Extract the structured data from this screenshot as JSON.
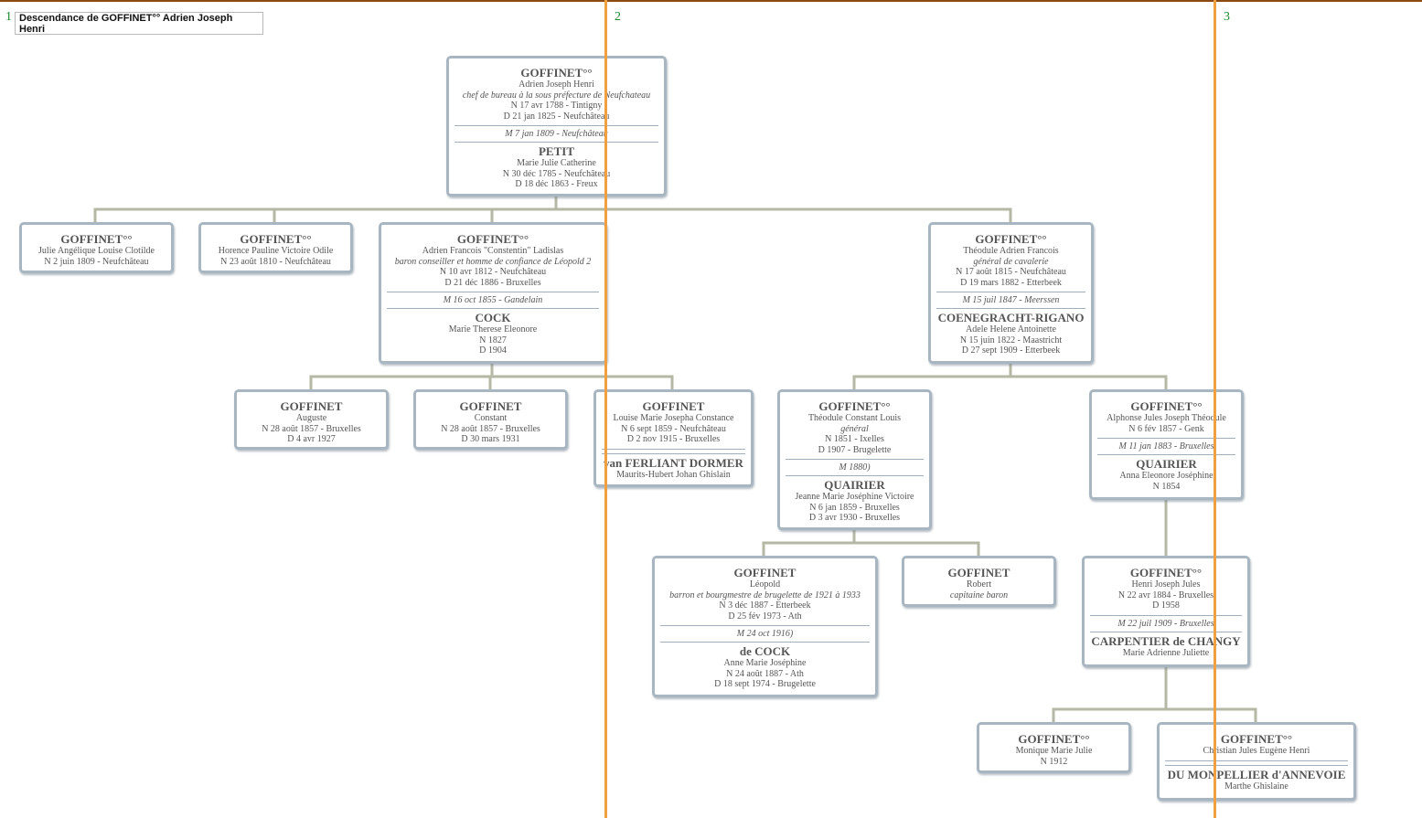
{
  "header": {
    "title": "Descendance de GOFFINET°° Adrien Joseph Henri",
    "page_numbers": [
      "1",
      "2",
      "3"
    ]
  },
  "people": {
    "root": {
      "name": "GOFFINET°°",
      "given": "Adrien Joseph Henri",
      "occupation": "chef de bureau à la sous préfecture de Neufchateau",
      "birth": "N 17 avr 1788  - Tintigny",
      "death": "D 21 jan 1825  - Neufchâteau",
      "marriage": "M 7 jan 1809 - Neufchâteau",
      "spouse": {
        "name": "PETIT",
        "given": "Marie Julie Catherine",
        "birth": "N 30 déc 1785  - Neufchâteau",
        "death": "D 18 déc 1863  - Freux"
      }
    },
    "julie": {
      "name": "GOFFINET°°",
      "given": "Julie Angélique Louise Clotilde",
      "birth": "N 2 juin 1809  - Neufchâteau"
    },
    "horence": {
      "name": "GOFFINET°°",
      "given": "Horence Pauline Victoire Odile",
      "birth": "N 23 août 1810  - Neufchâteau"
    },
    "adrien": {
      "name": "GOFFINET°°",
      "given": "Adrien Francois \"Constentin\" Ladislas",
      "occupation": "baron conseiller et homme de confiance de Léopold 2",
      "birth": "N 10 avr 1812  - Neufchâteau",
      "death": "D 21 déc 1886  - Bruxelles",
      "marriage": "M 16 oct 1855 - Gandelain",
      "spouse": {
        "name": "COCK",
        "given": "Marie Therese Eleonore",
        "birth": "N 1827",
        "death": "D 1904"
      }
    },
    "theodule": {
      "name": "GOFFINET°°",
      "given": "Théodule Adrien Francois",
      "occupation": "général de cavalerie",
      "birth": "N 17 août 1815  - Neufchâteau",
      "death": "D 19 mars 1882  - Etterbeek",
      "marriage": "M 15 juil 1847 - Meerssen",
      "spouse": {
        "name": "COENEGRACHT-RIGANO",
        "given": "Adele Helene Antoinette",
        "birth": "N 15 juin 1822  - Maastricht",
        "death": "D 27 sept 1909  - Etterbeek"
      }
    },
    "auguste": {
      "name": "GOFFINET",
      "given": "Auguste",
      "birth": "N 28 août 1857  - Bruxelles",
      "death": "D 4 avr 1927"
    },
    "constant": {
      "name": "GOFFINET",
      "given": "Constant",
      "birth": "N 28 août 1857  - Bruxelles",
      "death": "D 30 mars 1931"
    },
    "louise": {
      "name": "GOFFINET",
      "given": "Louise Marie Josepha Constance",
      "birth": "N 6 sept 1859  - Neufchâteau",
      "death": "D 2 nov 1915  - Bruxelles",
      "spouse": {
        "name": "van FERLIANT DORMER",
        "given": "Maurits-Hubert Johan Ghislain"
      }
    },
    "theodule_constant": {
      "name": "GOFFINET°°",
      "given": "Théodule Constant Louis",
      "occupation": "général",
      "birth": "N 1851  - Ixelles",
      "death": "D 1907  - Brugelette",
      "marriage": "M 1880)",
      "spouse": {
        "name": "QUAIRIER",
        "given": "Jeanne Marie Joséphine  Victoire",
        "birth": "N 6 jan 1859  - Bruxelles",
        "death": "D 3 avr 1930  - Bruxelles"
      }
    },
    "alphonse": {
      "name": "GOFFINET°°",
      "given": "Alphonse Jules Joseph Théodule",
      "birth": "N 6 fév 1857  - Genk",
      "marriage": "M 11 jan 1883 - Bruxelles",
      "spouse": {
        "name": "QUAIRIER",
        "given": "Anna Eleonore Joséphine",
        "birth": "N 1854"
      }
    },
    "leopold": {
      "name": "GOFFINET",
      "given": "Léopold",
      "occupation": "barron et bourgmestre de brugelette de 1921 à 1933",
      "birth": "N 3 déc 1887  - Etterbeek",
      "death": "D 25 fév 1973  - Ath",
      "marriage": "M 24 oct 1916)",
      "spouse": {
        "name": "de COCK",
        "given": "Anne Marie Joséphine",
        "birth": "N 24 août 1887  - Ath",
        "death": "D 18 sept 1974  - Brugelette"
      }
    },
    "robert": {
      "name": "GOFFINET",
      "given": "Robert",
      "occupation": "capitaine baron"
    },
    "henri": {
      "name": "GOFFINET°°",
      "given": "Henri Joseph Jules",
      "birth": "N 22 avr 1884  - Bruxelles",
      "death": "D 1958",
      "marriage": "M 22 juil 1909 - Bruxelles",
      "spouse": {
        "name": "CARPENTIER de CHANGY",
        "given": "Marie Adrienne Juliette"
      }
    },
    "monique": {
      "name": "GOFFINET°°",
      "given": "Monique Marie Julie",
      "birth": "N 1912"
    },
    "christian": {
      "name": "GOFFINET°°",
      "given": "Christian Jules Eugène Henri",
      "spouse": {
        "name": "DU MONPELLIER d'ANNEVOIE",
        "given": "Marthe Ghislaine"
      }
    }
  },
  "colors": {
    "box_border": "#a8b6c2",
    "connector": "#b4b8a4",
    "page_break_line": "#f0a040",
    "page_number": "#1a8a2c",
    "text": "#555555"
  }
}
